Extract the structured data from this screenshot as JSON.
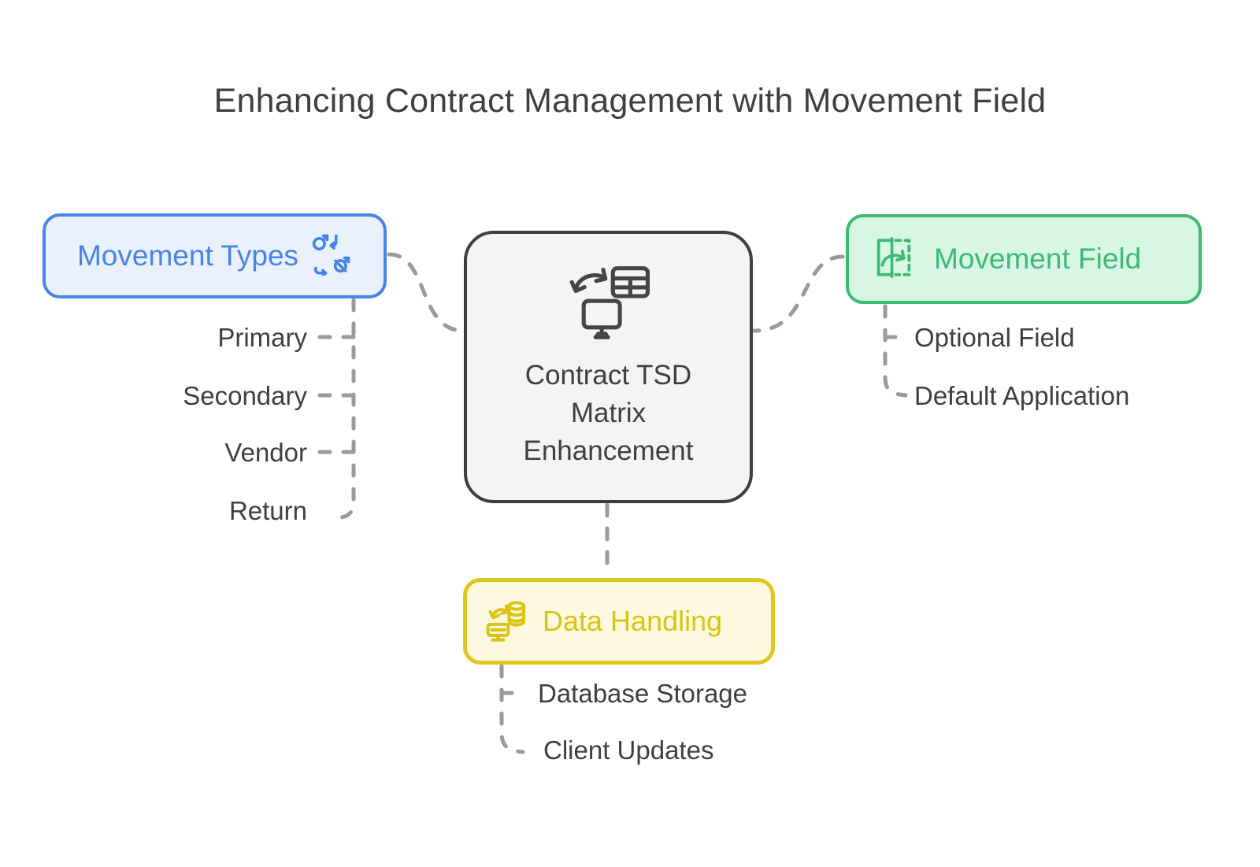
{
  "title": "Enhancing Contract Management with Movement Field",
  "center": {
    "name": "central-node",
    "icon": "data-transfer-table-monitor-icon",
    "lines": [
      "Contract TSD",
      "Matrix",
      "Enhancement"
    ],
    "text": "Contract TSD Matrix Enhancement",
    "fill": "#f4f4f4",
    "border": "#3f3f3f"
  },
  "branches": [
    {
      "id": "movement-types",
      "label": "Movement Types",
      "icon": "movement-arrows-icon",
      "accent": "#4584e8",
      "fill": "#eaf1fd",
      "position": "left",
      "leaves": [
        "Primary",
        "Secondary",
        "Vendor",
        "Return"
      ]
    },
    {
      "id": "movement-field",
      "label": "Movement Field",
      "icon": "field-move-panel-icon",
      "accent": "#3cba74",
      "fill": "#d8f6e4",
      "position": "right",
      "leaves": [
        "Optional Field",
        "Default Application"
      ]
    },
    {
      "id": "data-handling",
      "label": "Data Handling",
      "icon": "database-monitor-sync-icon",
      "accent": "#dbc310",
      "fill": "#fcf9e0",
      "position": "bottom",
      "leaves": [
        "Database Storage",
        "Client Updates"
      ]
    }
  ],
  "colors": {
    "background": "#ffffff",
    "text": "#3f3f3f",
    "connector": "#9a9a9a"
  }
}
